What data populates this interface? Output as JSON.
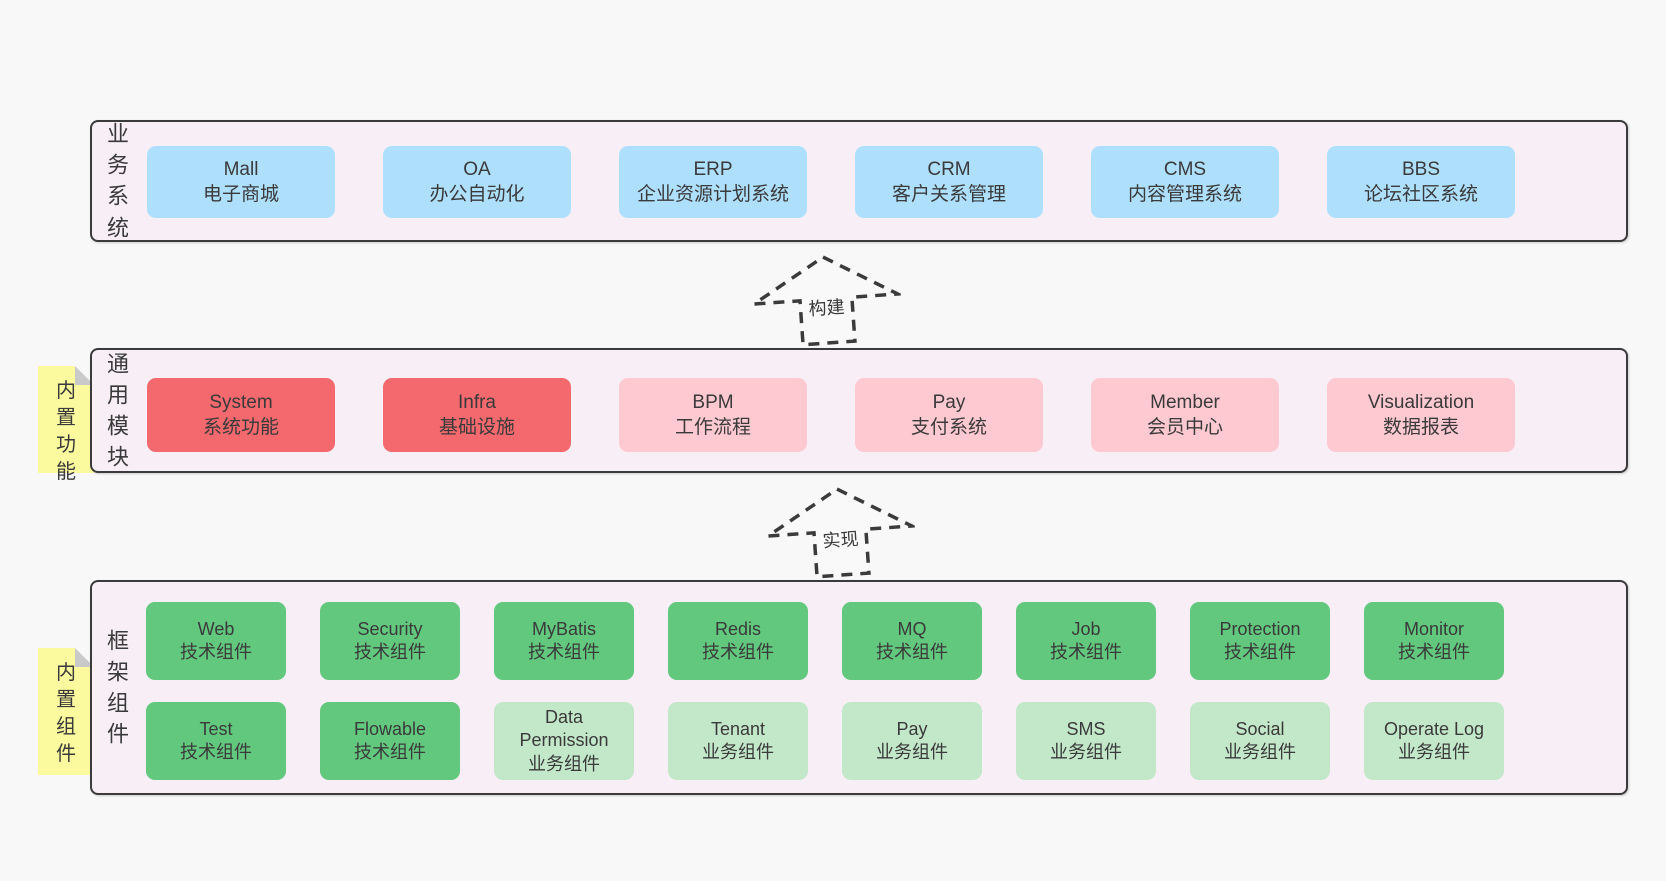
{
  "colors": {
    "page_background": "#f8f8f8",
    "layer_background": "#f7eef6",
    "layer_border": "#3b3b3b",
    "box_blue": "#aedffc",
    "box_red": "#f4696e",
    "box_pink": "#ffc9d2",
    "box_green_dark": "#62c87e",
    "box_green_light": "#c3e8c9",
    "sticky_tag_yellow": "#fbfa9e",
    "text": "#3a3a3a"
  },
  "diagram": {
    "layers": [
      {
        "label": "业务系统",
        "boxes": [
          {
            "title": "Mall",
            "subtitle": "电子商城"
          },
          {
            "title": "OA",
            "subtitle": "办公自动化"
          },
          {
            "title": "ERP",
            "subtitle": "企业资源计划系统"
          },
          {
            "title": "CRM",
            "subtitle": "客户关系管理"
          },
          {
            "title": "CMS",
            "subtitle": "内容管理系统"
          },
          {
            "title": "BBS",
            "subtitle": "论坛社区系统"
          }
        ]
      },
      {
        "label": "通用模块",
        "tag": "内置功能",
        "boxes": [
          {
            "title": "System",
            "subtitle": "系统功能",
            "variant": "red"
          },
          {
            "title": "Infra",
            "subtitle": "基础设施",
            "variant": "red"
          },
          {
            "title": "BPM",
            "subtitle": "工作流程",
            "variant": "pink"
          },
          {
            "title": "Pay",
            "subtitle": "支付系统",
            "variant": "pink"
          },
          {
            "title": "Member",
            "subtitle": "会员中心",
            "variant": "pink"
          },
          {
            "title": "Visualization",
            "subtitle": "数据报表",
            "variant": "pink"
          }
        ]
      },
      {
        "label": "框架组件",
        "tag": "内置组件",
        "rows": [
          [
            {
              "title": "Web",
              "subtitle": "技术组件",
              "variant": "green"
            },
            {
              "title": "Security",
              "subtitle": "技术组件",
              "variant": "green"
            },
            {
              "title": "MyBatis",
              "subtitle": "技术组件",
              "variant": "green"
            },
            {
              "title": "Redis",
              "subtitle": "技术组件",
              "variant": "green"
            },
            {
              "title": "MQ",
              "subtitle": "技术组件",
              "variant": "green"
            },
            {
              "title": "Job",
              "subtitle": "技术组件",
              "variant": "green"
            },
            {
              "title": "Protection",
              "subtitle": "技术组件",
              "variant": "green"
            },
            {
              "title": "Monitor",
              "subtitle": "技术组件",
              "variant": "green"
            }
          ],
          [
            {
              "title": "Test",
              "subtitle": "技术组件",
              "variant": "green"
            },
            {
              "title": "Flowable",
              "subtitle": "技术组件",
              "variant": "green"
            },
            {
              "title": "Data Permission",
              "subtitle": "业务组件",
              "variant": "green-light"
            },
            {
              "title": "Tenant",
              "subtitle": "业务组件",
              "variant": "green-light"
            },
            {
              "title": "Pay",
              "subtitle": "业务组件",
              "variant": "green-light"
            },
            {
              "title": "SMS",
              "subtitle": "业务组件",
              "variant": "green-light"
            },
            {
              "title": "Social",
              "subtitle": "业务组件",
              "variant": "green-light"
            },
            {
              "title": "Operate Log",
              "subtitle": "业务组件",
              "variant": "green-light"
            }
          ]
        ]
      }
    ],
    "arrows": [
      {
        "label": "构建"
      },
      {
        "label": "实现"
      }
    ]
  }
}
